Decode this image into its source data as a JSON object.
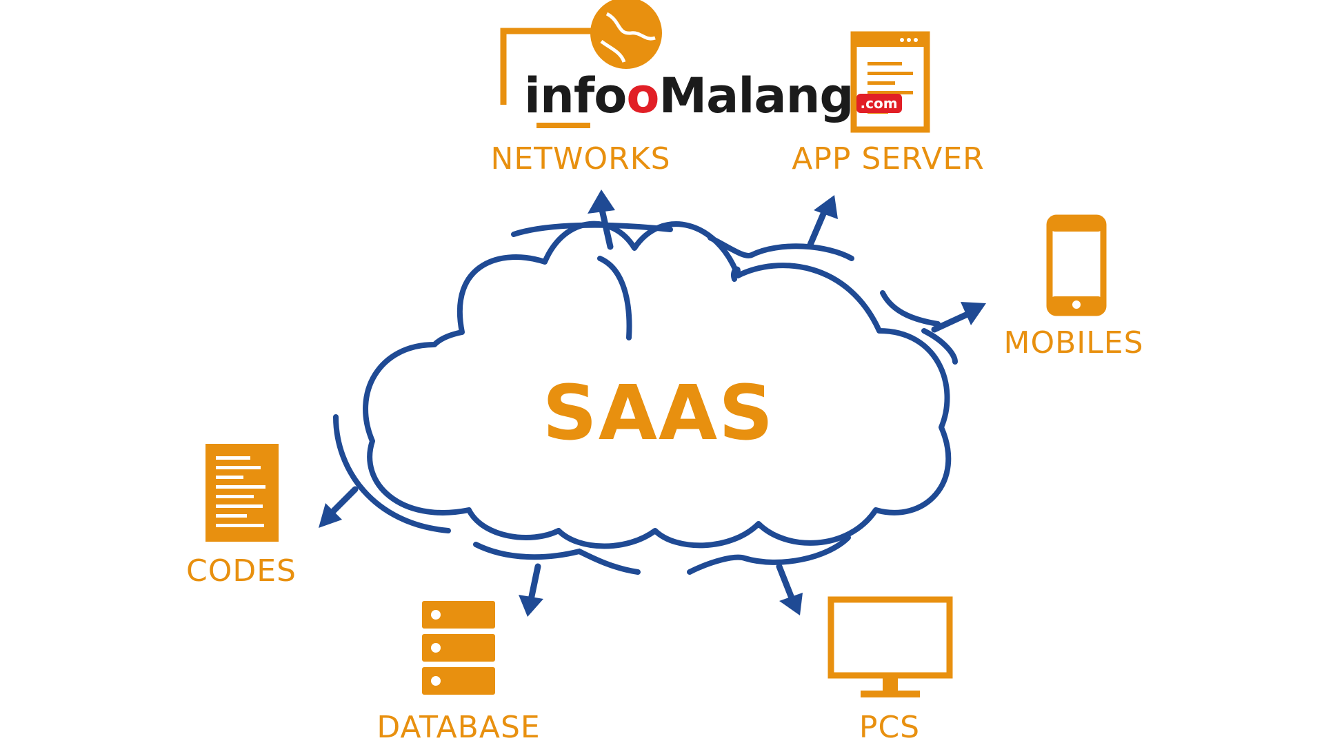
{
  "diagram": {
    "center": "SAAS",
    "nodes": [
      {
        "id": "networks",
        "label": "NETWORKS",
        "icon": "globe-monitor-icon"
      },
      {
        "id": "app_server",
        "label": "APP SERVER",
        "icon": "browser-window-icon"
      },
      {
        "id": "mobiles",
        "label": "MOBILES",
        "icon": "smartphone-icon"
      },
      {
        "id": "codes",
        "label": "CODES",
        "icon": "code-document-icon"
      },
      {
        "id": "database",
        "label": "DATABASE",
        "icon": "server-stack-icon"
      },
      {
        "id": "pcs",
        "label": "PCS",
        "icon": "desktop-monitor-icon"
      }
    ]
  },
  "watermark": {
    "brand": "info",
    "brand_a": "Malang",
    "brand_o": "o",
    "suffix": ".com"
  },
  "colors": {
    "accent": "#e8900f",
    "line": "#1f4a94",
    "background": "#ffffff",
    "watermark_red": "#e11f26"
  }
}
